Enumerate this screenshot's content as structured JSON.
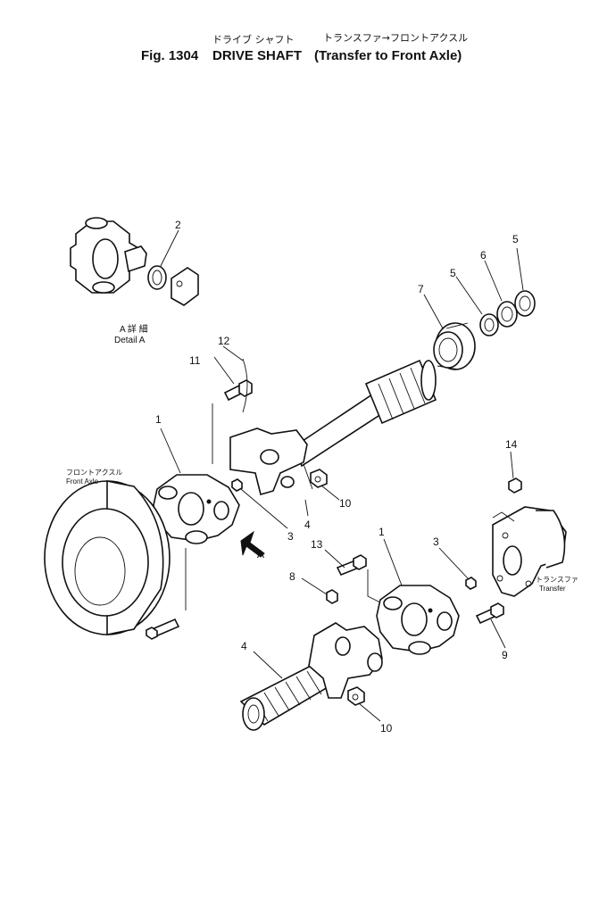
{
  "title": {
    "jp_main": "ドライブ シャフト",
    "jp_sub": "トランスファ→フロントアクスル",
    "fig": "Fig. 1304",
    "name": "DRIVE SHAFT",
    "en_sub": "(Transfer to Front Axle)"
  },
  "detail": {
    "jp": "A 詳 細",
    "en": "Detail A"
  },
  "labels": {
    "front_axle_jp": "フロントアクスル",
    "front_axle_en": "Front Axle",
    "transfer_jp": "トランスファ",
    "transfer_en": "Transfer",
    "arrow_a": "A"
  },
  "callouts": {
    "c2": "2",
    "c5a": "5",
    "c6": "6",
    "c5b": "5",
    "c7": "7",
    "c12": "12",
    "c11": "11",
    "c1a": "1",
    "c3a": "3",
    "c4a": "4",
    "c10a": "10",
    "c14": "14",
    "c13": "13",
    "c1b": "1",
    "c3b": "3",
    "c8": "8",
    "c9": "9",
    "c4b": "4",
    "c10b": "10"
  }
}
